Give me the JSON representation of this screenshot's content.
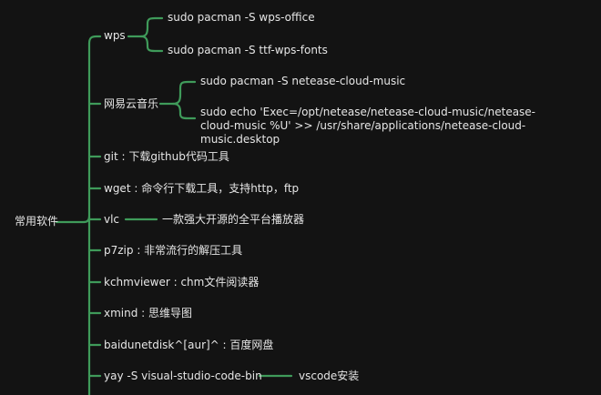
{
  "root": "常用软件",
  "nodes": {
    "wps": "wps",
    "wps_1": "sudo pacman -S wps-office",
    "wps_2": "sudo pacman -S ttf-wps-fonts",
    "netease": "网易云音乐",
    "netease_1": "sudo pacman -S netease-cloud-music",
    "netease_2": "sudo echo  'Exec=/opt/netease/netease-cloud-music/netease-cloud-music %U'  >> /usr/share/applications/netease-cloud-music.desktop",
    "git": "git : 下载github代码工具",
    "wget": "wget : 命令行下载工具，支持http，ftp",
    "vlc": "vlc",
    "vlc_1": "一款强大开源的全平台播放器",
    "p7zip": "p7zip : 非常流行的解压工具",
    "kchmviewer": "kchmviewer : chm文件阅读器",
    "xmind": "xmind : 思维导图",
    "baidunetdisk": "baidunetdisk^[aur]^ : 百度网盘",
    "yay": "yay -S visual-studio-code-bin",
    "yay_1": "vscode安装"
  },
  "colors": {
    "background": "#131313",
    "edge": "#3f9b5a",
    "text": "#e6e6e6"
  }
}
